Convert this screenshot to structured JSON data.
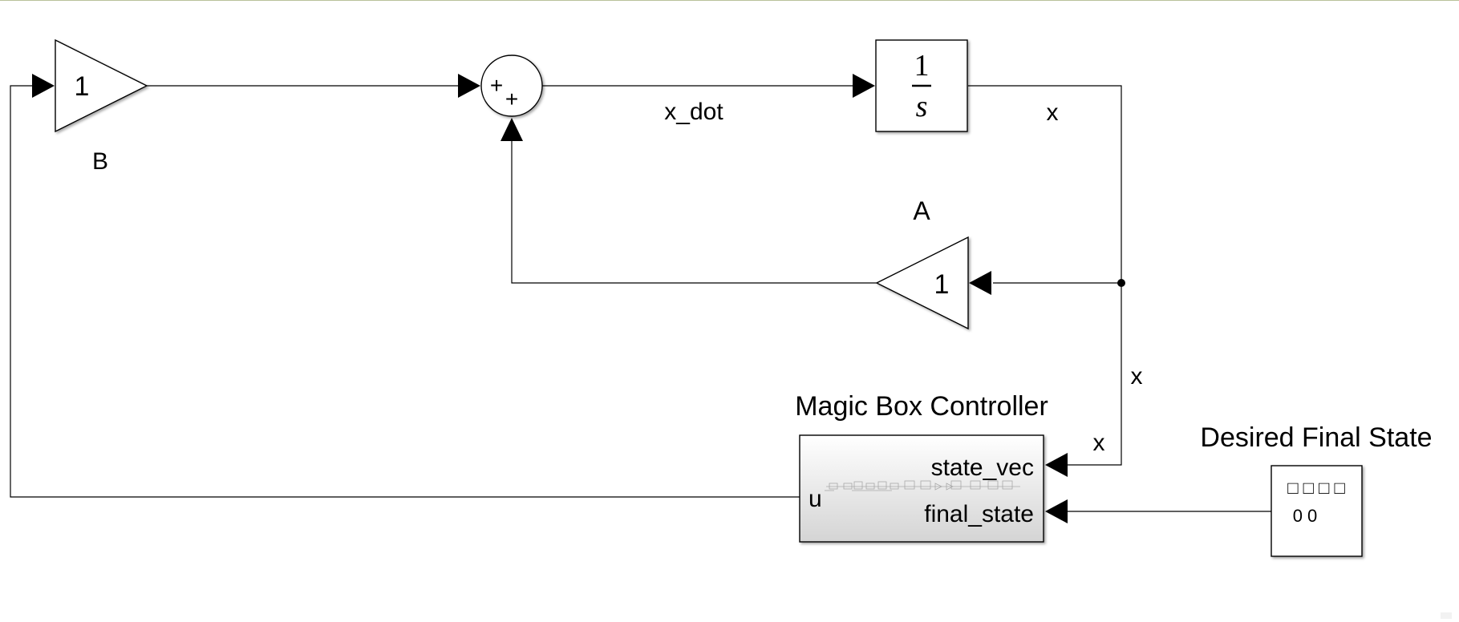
{
  "gain_b": {
    "value": "1",
    "name": "B"
  },
  "gain_a": {
    "value": "1",
    "name": "A"
  },
  "sum": {
    "sign_1": "+",
    "sign_2": "+"
  },
  "integrator": {
    "numerator": "1",
    "denominator": "s"
  },
  "signals": {
    "x_dot": "x_dot",
    "x_out": "x",
    "x_down": "x",
    "x_in": "x"
  },
  "controller": {
    "title": "Magic Box Controller",
    "port_u": "u",
    "port_state_vec": "state_vec",
    "port_final_state": "final_state"
  },
  "constant": {
    "title": "Desired Final State",
    "row1": "□ □ □ □",
    "row2": "0 0"
  },
  "colors": {
    "line": "#000000",
    "block_fill": "#ffffff",
    "controller_gradient_top": "#ffffff",
    "controller_gradient_bottom": "#d4d4d4"
  }
}
